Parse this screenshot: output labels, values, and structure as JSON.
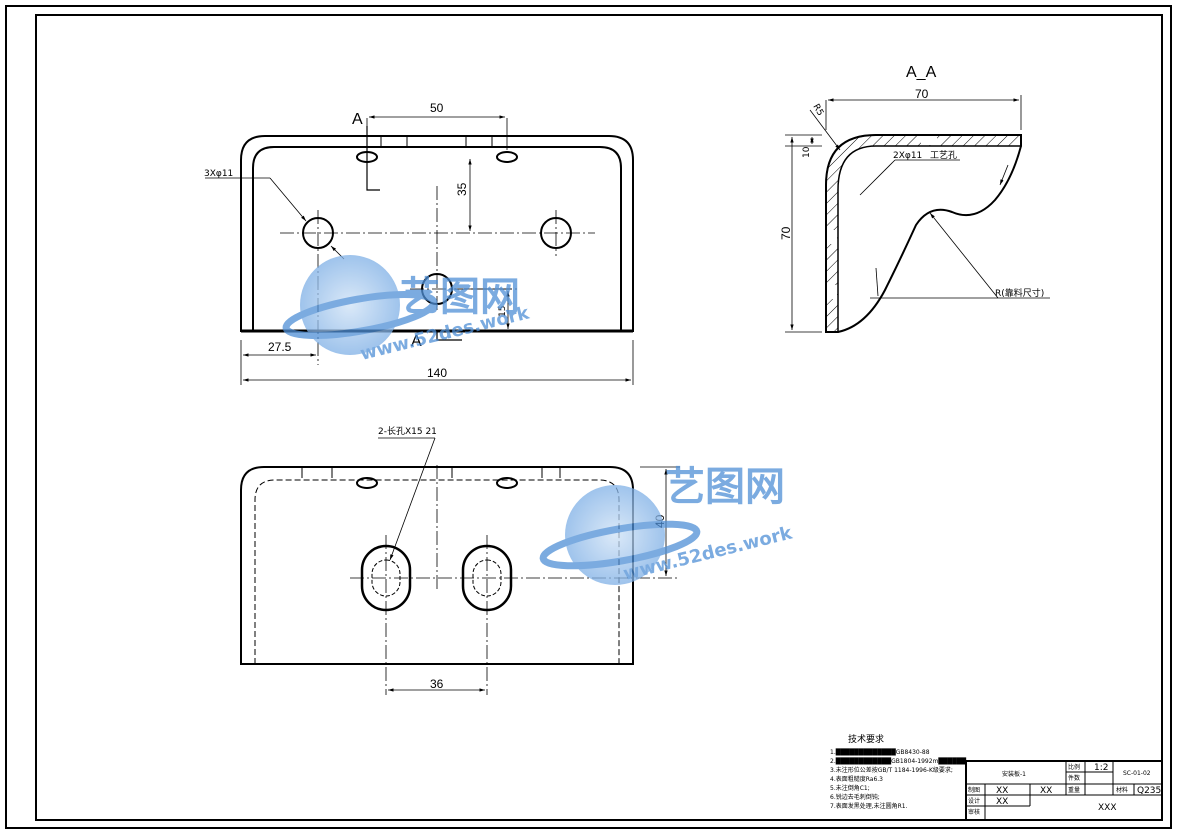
{
  "front_view": {
    "section_mark_top": "A",
    "section_mark_bottom": "A",
    "dim_hole_spacing": "50",
    "dim_slot_height": "35",
    "dim_holes": "3Xφ11",
    "dim_bottom_hole": "15",
    "dim_left_offset": "27.5",
    "dim_total_width": "140"
  },
  "section_view": {
    "title": "A_A",
    "dim_width": "70",
    "dim_height": "70",
    "dim_thickness": "10",
    "dim_radius_small": "R5",
    "dim_process_hole": "2Xφ11",
    "label_process_hole": "工艺孔",
    "dim_radius_free": "R(靠料尺寸)"
  },
  "bottom_view": {
    "dim_slots": "2-长孔X15  21",
    "dim_height": "40",
    "dim_slot_spacing": "36"
  },
  "tech_req": {
    "title": "技术要求",
    "items": [
      "1.█████████████GB8430-88",
      "2.████████████GB1804-1992m██████",
      "3.未注形位公差按GB/T 1184-1996-K级要求;",
      "4.表面粗糙度Ra6.3",
      "5.未注倒角C1;",
      "6.锐边去毛刺倒钝;",
      "7.表面发黑处理,未注圆角R1."
    ]
  },
  "title_block": {
    "part_name": "安装板-1",
    "scale_label": "比例",
    "scale_value": "1:2",
    "qty_label": "件数",
    "weight_label": "重量",
    "drawing_no": "SC-01-02",
    "drawn_label": "制图",
    "drawn_value": "XX",
    "drawn_date": "XX",
    "design_label": "设计",
    "design_value": "XX",
    "check_label": "审核",
    "material_label": "材料",
    "material_value": "Q235",
    "company": "XXX"
  },
  "watermark": {
    "name": "艺图网",
    "url": "www.52des.work",
    "color": "#4f8fd6"
  }
}
